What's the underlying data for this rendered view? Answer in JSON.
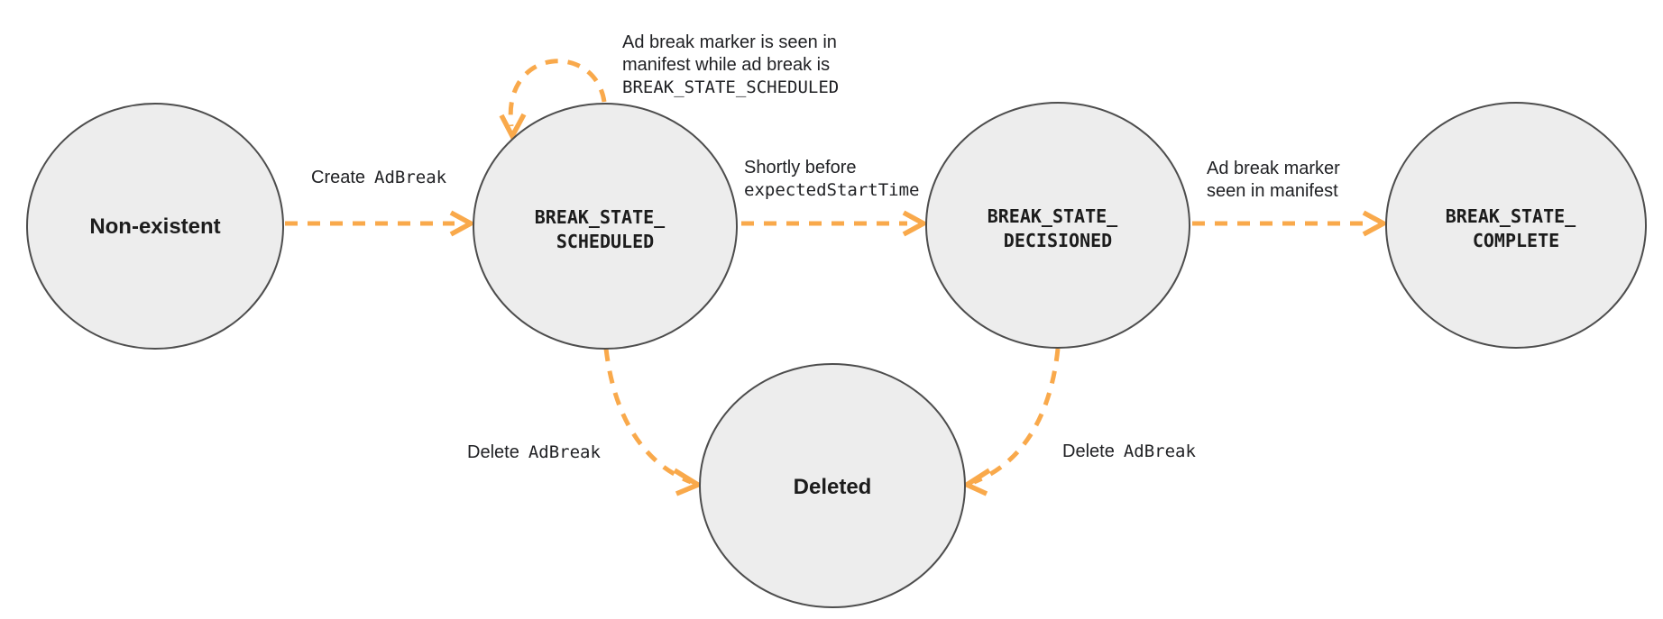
{
  "colors": {
    "arrow": "#F9A94B",
    "node_fill": "#EDEDED",
    "node_stroke": "#4D4D4D",
    "text": "#1C1C1C"
  },
  "states": [
    {
      "name": "non-existent",
      "label": "Non-existent"
    },
    {
      "name": "break-state-scheduled",
      "line1": "BREAK_STATE_",
      "line2": "SCHEDULED"
    },
    {
      "name": "break-state-decisioned",
      "line1": "BREAK_STATE_",
      "line2": "DECISIONED"
    },
    {
      "name": "break-state-complete",
      "line1": "BREAK_STATE_",
      "line2": "COMPLETE"
    },
    {
      "name": "deleted",
      "label": "Deleted"
    }
  ],
  "transitions": {
    "create": {
      "action": "Create",
      "code": "AdBreak"
    },
    "self_loop": {
      "line1": "Ad break marker is seen in",
      "line2": "manifest while ad break is",
      "line3": "BREAK_STATE_SCHEDULED"
    },
    "to_decisioned": {
      "line1": "Shortly before",
      "code": "expectedStartTime"
    },
    "to_complete": {
      "line1": "Ad break marker",
      "line2": "seen in manifest"
    },
    "delete_from_scheduled": {
      "action": "Delete",
      "code": "AdBreak"
    },
    "delete_from_decisioned": {
      "action": "Delete",
      "code": "AdBreak"
    }
  }
}
